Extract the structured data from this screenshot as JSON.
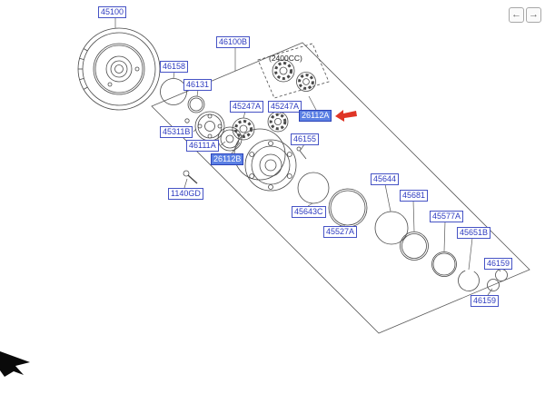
{
  "window": {
    "nav_back": "←",
    "nav_forward": "→"
  },
  "diagram": {
    "engine_variant": "(2400CC)",
    "colors": {
      "label_text": "#2e3bc0",
      "label_border": "#4653c5",
      "highlight_bg": "#5b80e4",
      "highlight_text": "#ffffff",
      "pointer_arrow": "#df3526",
      "line": "#4a4a4a"
    },
    "parts": [
      {
        "number": "45100",
        "highlighted": false
      },
      {
        "number": "46100B",
        "highlighted": false
      },
      {
        "number": "46158",
        "highlighted": false
      },
      {
        "number": "46131",
        "highlighted": false
      },
      {
        "number": "45247A",
        "highlighted": false
      },
      {
        "number": "45247A",
        "highlighted": false
      },
      {
        "number": "26112A",
        "highlighted": true
      },
      {
        "number": "45311B",
        "highlighted": false
      },
      {
        "number": "46111A",
        "highlighted": false
      },
      {
        "number": "26112B",
        "highlighted": true
      },
      {
        "number": "46155",
        "highlighted": false
      },
      {
        "number": "1140GD",
        "highlighted": false
      },
      {
        "number": "45643C",
        "highlighted": false
      },
      {
        "number": "45527A",
        "highlighted": false
      },
      {
        "number": "45644",
        "highlighted": false
      },
      {
        "number": "45681",
        "highlighted": false
      },
      {
        "number": "45577A",
        "highlighted": false
      },
      {
        "number": "45651B",
        "highlighted": false
      },
      {
        "number": "46159",
        "highlighted": false
      },
      {
        "number": "46159",
        "highlighted": false
      }
    ]
  }
}
